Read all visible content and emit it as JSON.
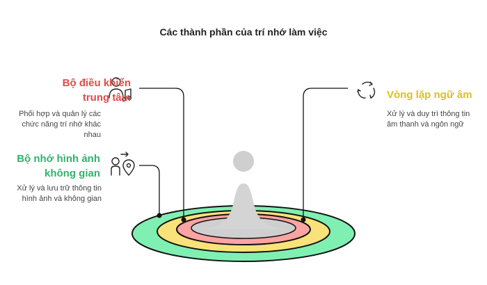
{
  "title": "Các thành phần của trí nhớ làm việc",
  "colors": {
    "central": "#e24a4a",
    "phonological": "#d9c21b",
    "visuospatial": "#2fb36c",
    "ring_outer": "#7ff0b2",
    "ring_mid": "#fae27a",
    "ring_inner": "#fca3a3",
    "center_pool": "#cfcfcf",
    "peak": "#d4d4d4"
  },
  "components": {
    "central_executive": {
      "title_line1": "Bộ điều khiển",
      "title_line2": "trung tâm",
      "desc_line1": "Phối hợp và quản lý các",
      "desc_line2": "chức năng trí nhớ khác",
      "desc_line3": "nhau",
      "icon": "person-music-icon"
    },
    "phonological_loop": {
      "title": "Vòng lặp ngữ âm",
      "desc_line1": "Xử lý và duy trì thông tin",
      "desc_line2": "âm thanh và ngôn ngữ",
      "icon": "cycle-arrows-icon"
    },
    "visuospatial_sketchpad": {
      "title_line1": "Bộ nhớ hình ảnh",
      "title_line2": "không gian",
      "desc_line1": "Xử lý và lưu trữ thông tin",
      "desc_line2": "hình ảnh và không gian",
      "icon": "person-location-icon"
    }
  }
}
